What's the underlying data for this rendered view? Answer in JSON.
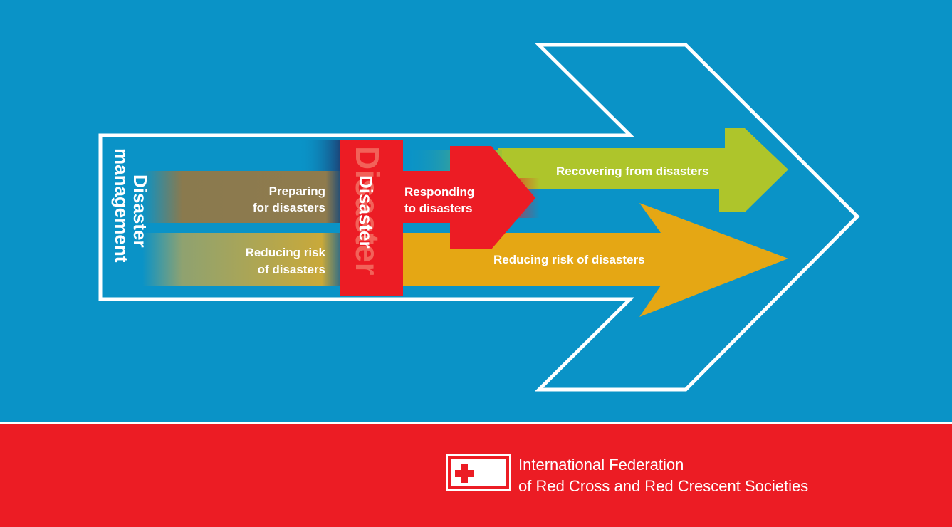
{
  "diagram": {
    "title_vertical": [
      "Disaster",
      "management"
    ],
    "disaster_label": "Disaster",
    "disaster_ghost": "Disaster",
    "preparing": [
      "Preparing",
      "for disasters"
    ],
    "reducing_left": [
      "Reducing risk",
      "of disasters"
    ],
    "responding": [
      "Responding",
      "to disasters"
    ],
    "recovering": "Recovering from disasters",
    "reducing_right": "Reducing risk of disasters"
  },
  "footer": {
    "org_line1": "International Federation",
    "org_line2": "of Red Cross and Red Crescent Societies"
  },
  "colors": {
    "background": "#0a93c7",
    "red": "#ec1c24",
    "green": "#aec52b",
    "orange": "#e5a714",
    "white": "#ffffff"
  }
}
